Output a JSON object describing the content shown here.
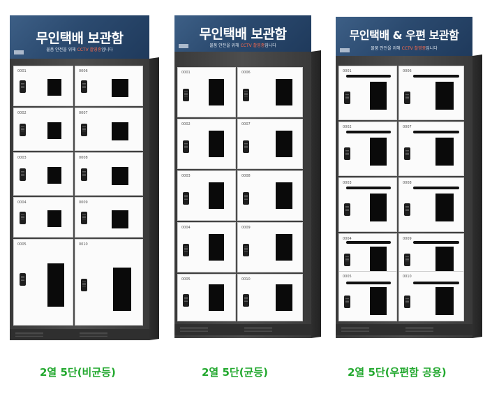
{
  "lockers": [
    {
      "sign_title": "무인택배 보관함",
      "sign_sub_prefix": "물품 안전을 위해 ",
      "sign_sub_highlight": "CCTV 촬영중",
      "sign_sub_suffix": "입니다",
      "caption": "2열 5단(비균등)",
      "doors": [
        "0001",
        "0002",
        "0003",
        "0004",
        "0005",
        "0006",
        "0007",
        "0008",
        "0009",
        "0010"
      ]
    },
    {
      "sign_title": "무인택배 보관함",
      "sign_sub_prefix": "물품 안전을 위해 ",
      "sign_sub_highlight": "CCTV 촬영중",
      "sign_sub_suffix": "입니다",
      "caption": "2열 5단(균등)",
      "doors": [
        "0001",
        "0002",
        "0003",
        "0004",
        "0005",
        "0006",
        "0007",
        "0008",
        "0009",
        "0010"
      ]
    },
    {
      "sign_title": "무인택배 & 우편 보관함",
      "sign_sub_prefix": "물품 안전을 위해 ",
      "sign_sub_highlight": "CCTV 촬영중",
      "sign_sub_suffix": "입니다",
      "caption": "2열 5단(우편함 공용)",
      "doors": [
        "0001",
        "0002",
        "0003",
        "0004",
        "0005",
        "0006",
        "0007",
        "0008",
        "0009",
        "0010"
      ]
    }
  ],
  "colors": {
    "caption": "#22a82e",
    "sign_bg": "#2b4a6f",
    "highlight": "#ff6a4a"
  }
}
